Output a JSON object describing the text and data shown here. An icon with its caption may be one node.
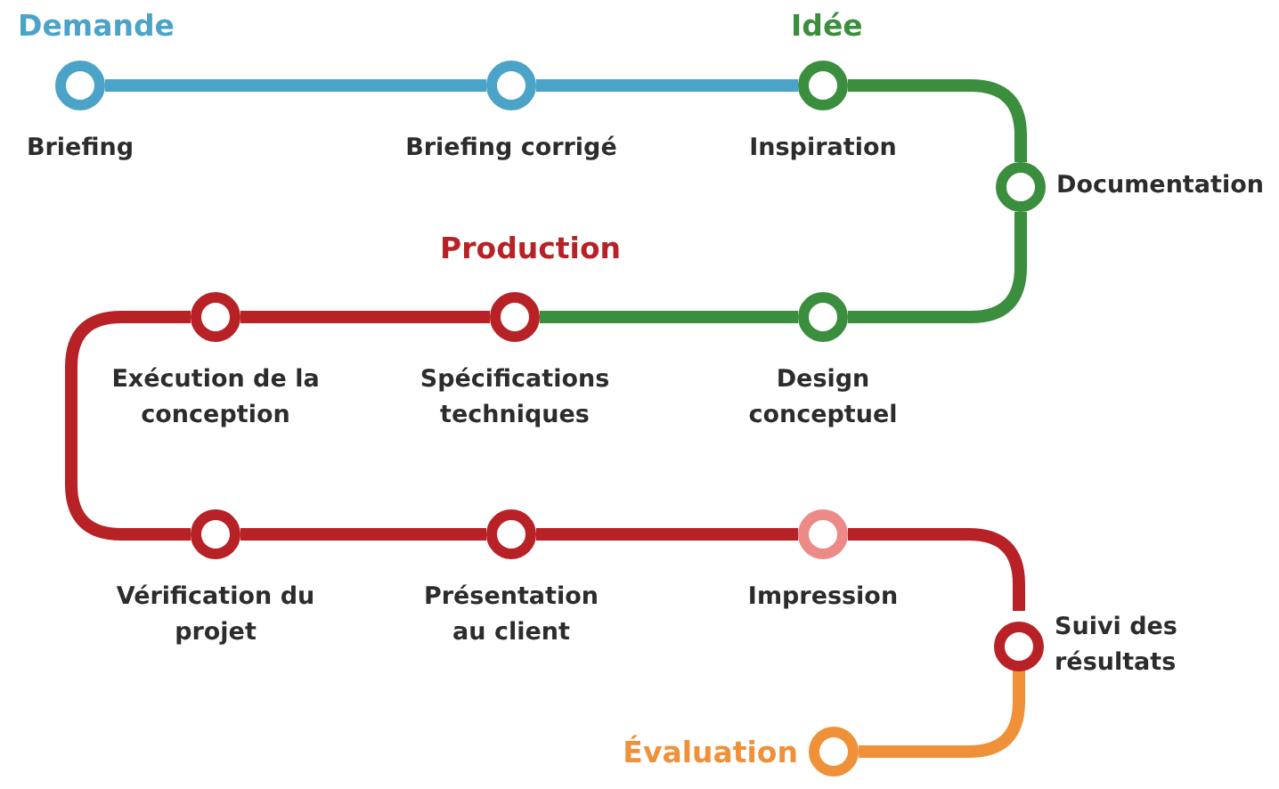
{
  "diagram": {
    "nodes": [
      {
        "text": [
          "Briefing"
        ],
        "beside": [
          "Demande"
        ]
      },
      {
        "text": [
          "Briefing corrigé"
        ]
      },
      {
        "text": [
          "Inspiration"
        ],
        "beside": [
          "Idée"
        ]
      },
      {
        "text": [
          "Documentation"
        ]
      },
      {
        "text": [
          "Design conceptuel"
        ]
      },
      {
        "text": [
          "Spécifications techniques"
        ],
        "beside": [
          "Production"
        ]
      },
      {
        "text": [
          "Exécution de la conception"
        ]
      },
      {
        "text": [
          "Vérification du projet"
        ]
      },
      {
        "text": [
          "Présentation au client"
        ]
      },
      {
        "text": [
          "Impression"
        ]
      },
      {
        "text": [
          "Suivi des résultats"
        ]
      },
      {
        "text": [
          "Évaluation"
        ]
      }
    ],
    "edges": [
      {
        "from": 0,
        "to": 1,
        "arrow": "none",
        "color": "#4ba3c7"
      },
      {
        "from": 1,
        "to": 2,
        "arrow": "none",
        "color": "#4ba3c7"
      },
      {
        "from": 2,
        "to": 3,
        "arrow": "none",
        "color": "#3b8e3d"
      },
      {
        "from": 3,
        "to": 4,
        "arrow": "none",
        "color": "#3b8e3d"
      },
      {
        "from": 4,
        "to": 5,
        "arrow": "none",
        "color": "#3b8e3d"
      },
      {
        "from": 5,
        "to": 6,
        "arrow": "none"
      },
      {
        "from": 6,
        "to": 7,
        "arrow": "none"
      },
      {
        "from": 7,
        "to": 8,
        "arrow": "none"
      },
      {
        "from": 8,
        "to": 9,
        "arrow": "none"
      },
      {
        "from": 9,
        "to": 10,
        "arrow": "none"
      },
      {
        "from": 10,
        "to": 11,
        "arrow": "none",
        "color": "#f0913a"
      }
    ]
  }
}
